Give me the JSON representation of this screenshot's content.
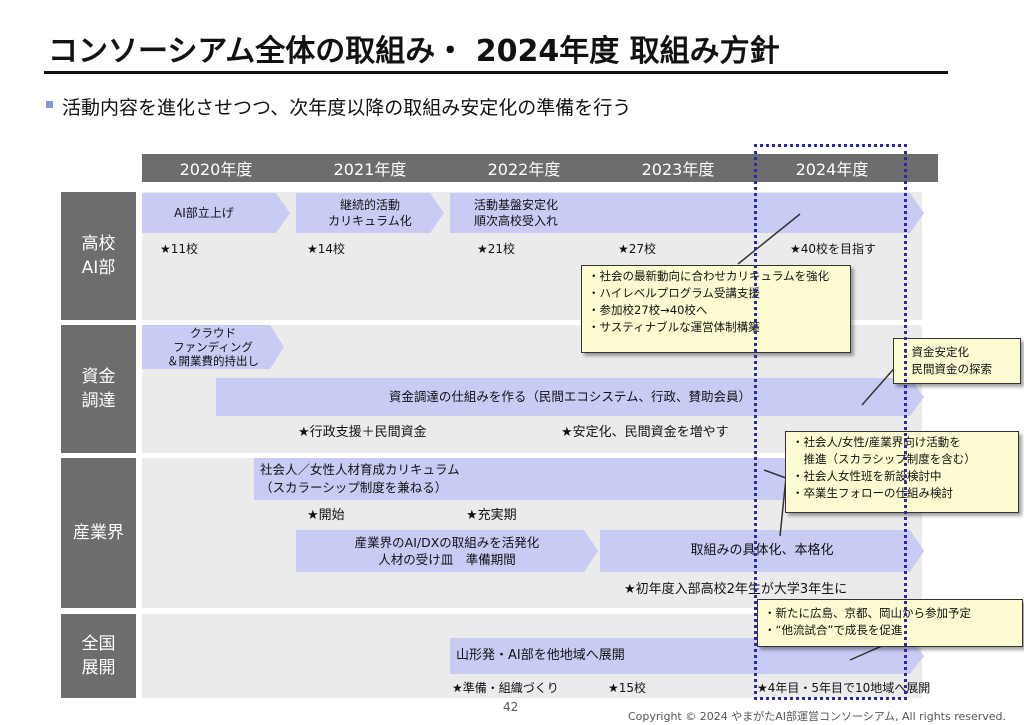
{
  "title": "コンソーシアム全体の取組み・ 2024年度 取組み方針",
  "subtitle": "活動内容を進化させつつ、次年度以降の取組み安定化の準備を行う",
  "years": [
    "2020年度",
    "2021年度",
    "2022年度",
    "2023年度",
    "2024年度"
  ],
  "categories": {
    "high_school": [
      "高校",
      "AI部"
    ],
    "funding": [
      "資金",
      "調達"
    ],
    "industry": "産業界",
    "nationwide": [
      "全国",
      "展開"
    ]
  },
  "high_school": {
    "arrows": [
      "AI部立上げ",
      [
        "継続的活動",
        "カリキュラム化"
      ],
      [
        "活動基盤安定化",
        "順次高校受入れ"
      ]
    ],
    "stars": [
      "★11校",
      "★14校",
      "★21校",
      "★27校",
      "★40校を目指す"
    ],
    "note": [
      "・社会の最新動向に合わせカリキュラムを強化",
      "・ハイレベルプログラム受講支援",
      "・参加校27校→40校へ",
      "・サスティナブルな運営体制構築"
    ]
  },
  "funding": {
    "crowd_arrow": [
      "クラウド",
      "ファンディング",
      "＆開業費的持出し"
    ],
    "main_arrow": "資金調達の仕組みを作る（民間エコシステム、行政、賛助会員）",
    "stars": [
      "★行政支援＋民間資金",
      "★安定化、民間資金を増やす"
    ],
    "note": [
      "・資金安定化",
      "・民間資金の探索"
    ]
  },
  "industry": {
    "arrow1": [
      "社会人／女性人材育成カリキュラム",
      "（スカラーシップ制度を兼ねる）"
    ],
    "stars1": [
      "★開始",
      "★充実期"
    ],
    "arrow2": [
      "産業界のAI/DXの取組みを活発化",
      "人材の受け皿　準備期間"
    ],
    "arrow3": "取組みの具体化、本格化",
    "stars2": [
      "★初年度入部高校2年生が大学3年生に"
    ],
    "note": [
      "・社会人/女性/産業界向け活動を",
      "　推進（スカラシップ制度を含む）",
      "・社会人女性班を新設検討中",
      "・卒業生フォローの仕組み検討"
    ]
  },
  "nationwide": {
    "arrow": "山形発・AI部を他地域へ展開",
    "stars": [
      "★準備・組織づくり",
      "★15校",
      "★4年目・5年目で10地域へ展開"
    ],
    "note": [
      "・新たに広島、京都、岡山から参加予定",
      "・“他流試合”で成長を促進"
    ]
  },
  "footer": {
    "page": "42",
    "copyright": "Copyright © 2024 やまがたAI部運営コンソーシアム, All rights reserved."
  },
  "colors": {
    "arrow": "#c8cbf4",
    "header": "#6d6d6d",
    "band": "#ebebeb",
    "note": "#fdfbd2",
    "highlight": "#2a2aa8"
  }
}
